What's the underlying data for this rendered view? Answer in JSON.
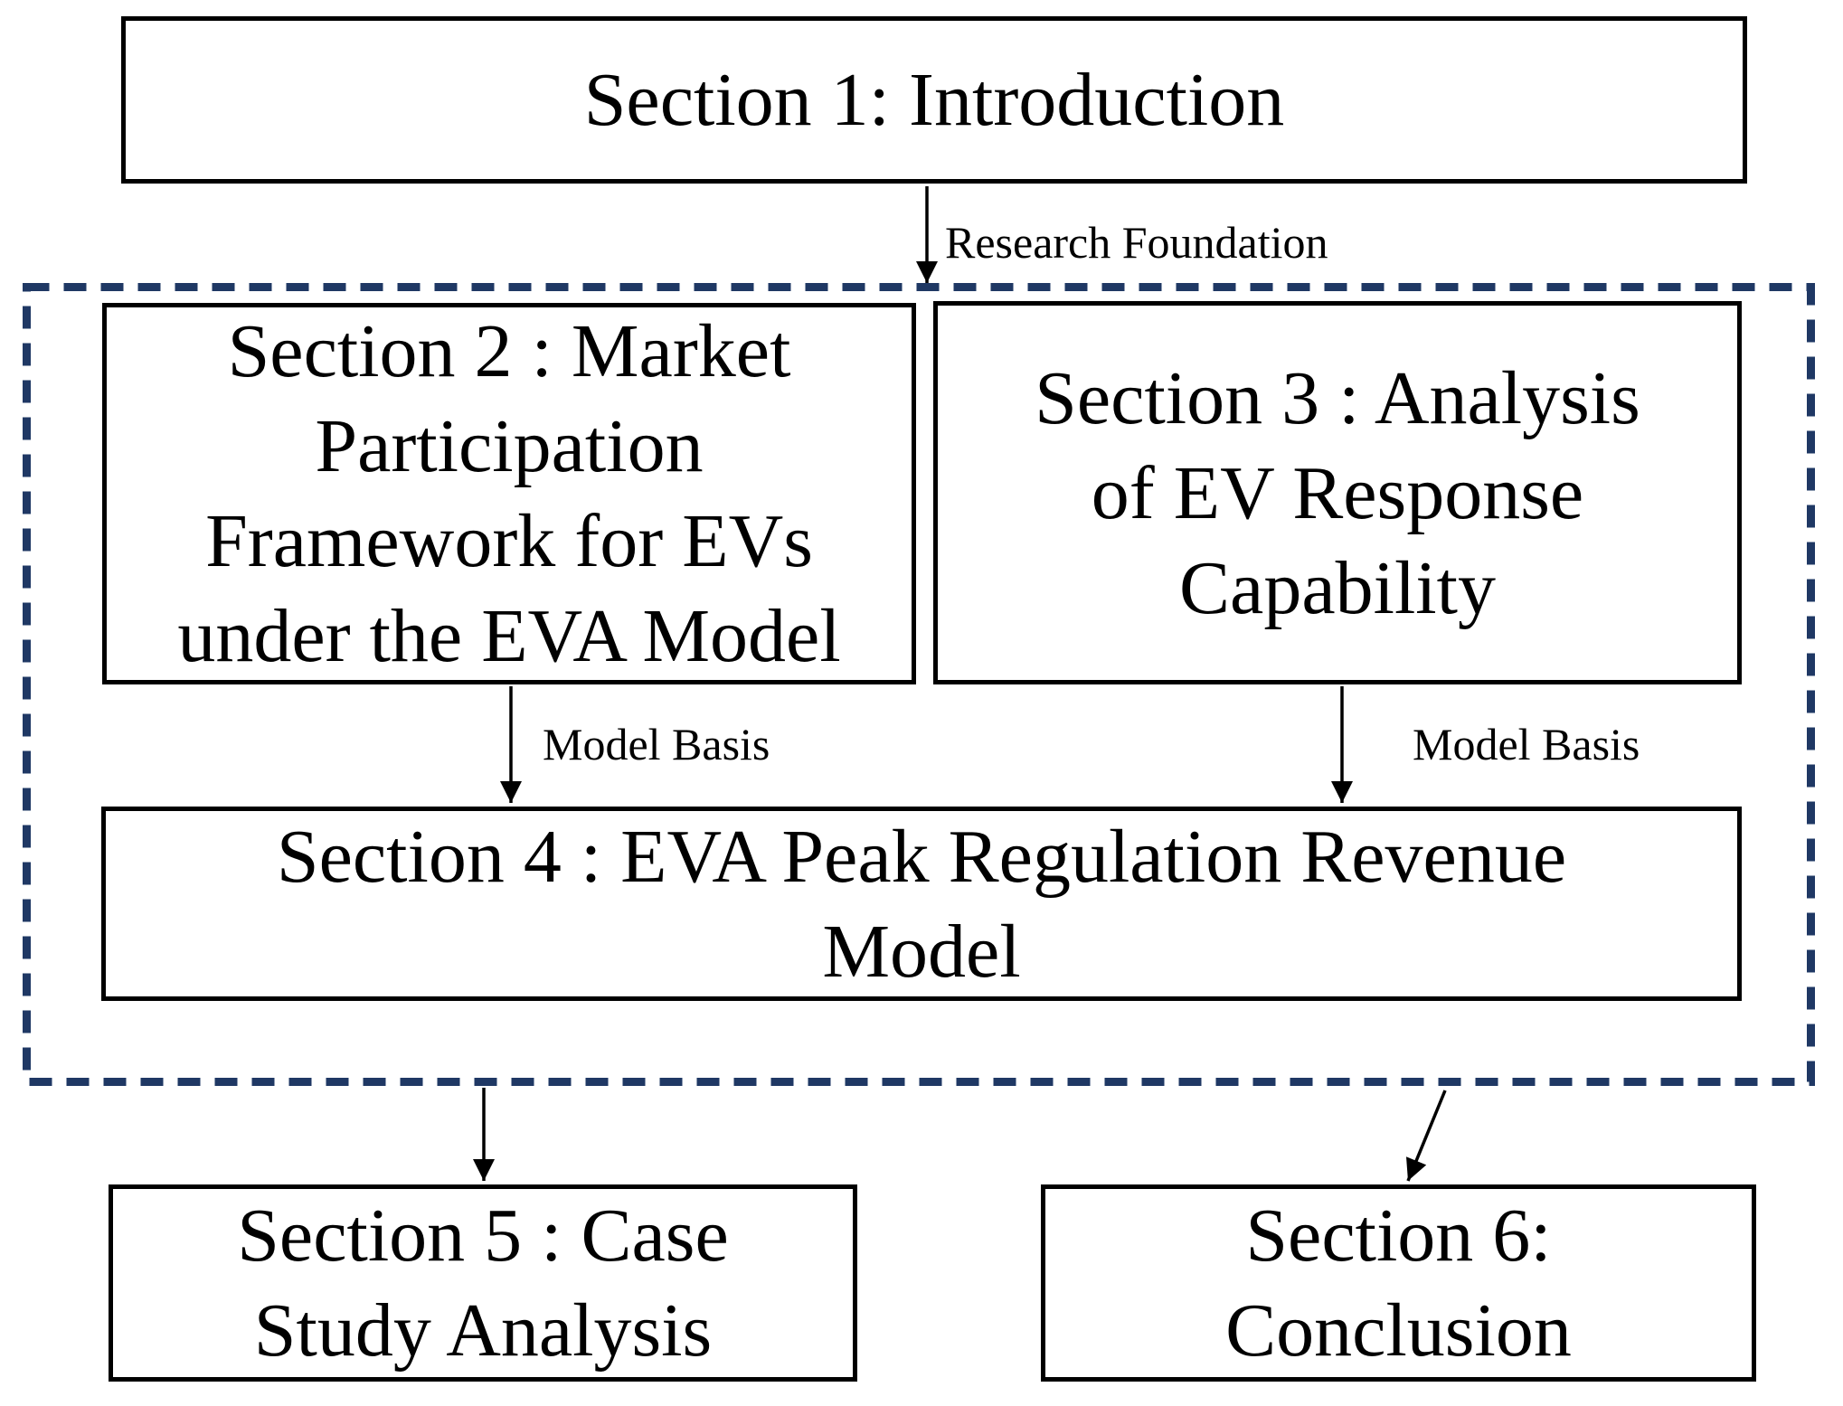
{
  "diagram": {
    "section1": {
      "lines": [
        "Section 1: Introduction"
      ]
    },
    "section2": {
      "lines": [
        "Section 2 : Market",
        "Participation",
        "Framework for EVs",
        "under the EVA Model"
      ]
    },
    "section3": {
      "lines": [
        "Section 3 : Analysis",
        "of EV Response",
        "Capability"
      ]
    },
    "section4": {
      "lines": [
        "Section 4 : EVA Peak Regulation Revenue",
        "Model"
      ]
    },
    "section5": {
      "lines": [
        "Section 5 : Case",
        "Study Analysis"
      ]
    },
    "section6": {
      "lines": [
        "Section 6:",
        "Conclusion"
      ]
    },
    "edge_labels": {
      "research_foundation": "Research Foundation",
      "model_basis_left": "Model Basis",
      "model_basis_right": "Model Basis"
    },
    "colors": {
      "dashed_border": "#1f3864",
      "box_border": "#000000",
      "arrow": "#000000",
      "text": "#000000",
      "background": "#ffffff"
    }
  }
}
